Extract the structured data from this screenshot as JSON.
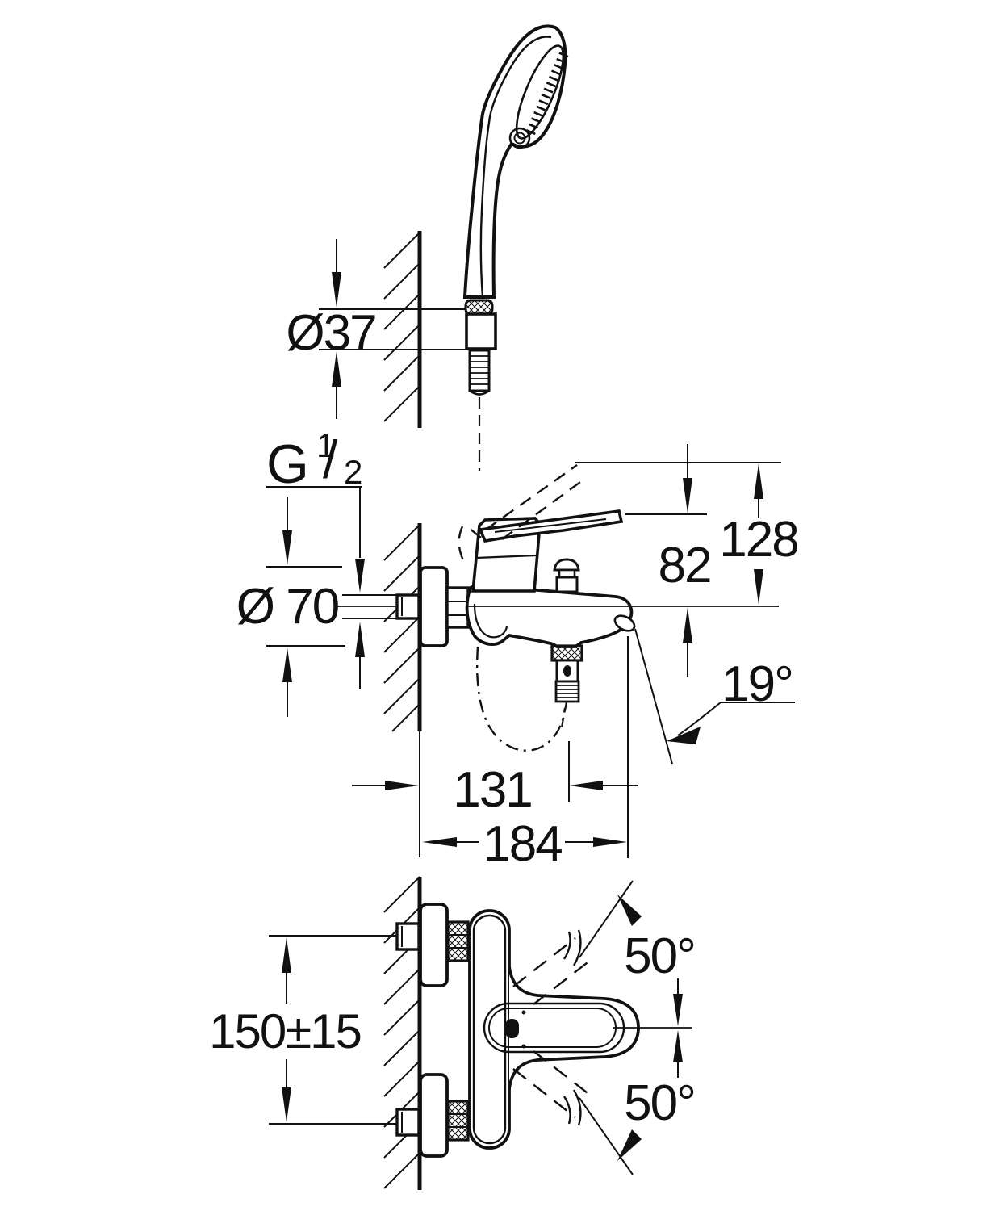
{
  "drawing": {
    "title": "bath-shower-mixer-technical-drawing",
    "top_section": {
      "holder_diameter": "Ø37"
    },
    "side_section": {
      "thread_letter": "G",
      "thread_sup": "1",
      "thread_slash": "/",
      "thread_sub": "2",
      "escutcheon_diameter": "Ø 70",
      "lever_height": "82",
      "total_height": "128",
      "spout_angle": "19°",
      "spout_depth": "131",
      "total_depth": "184"
    },
    "bottom_section": {
      "connection_distance": "150±15",
      "swivel_angle_upper": "50°",
      "swivel_angle_lower": "50°"
    }
  },
  "colors": {
    "line": "#111111",
    "background": "#ffffff"
  }
}
